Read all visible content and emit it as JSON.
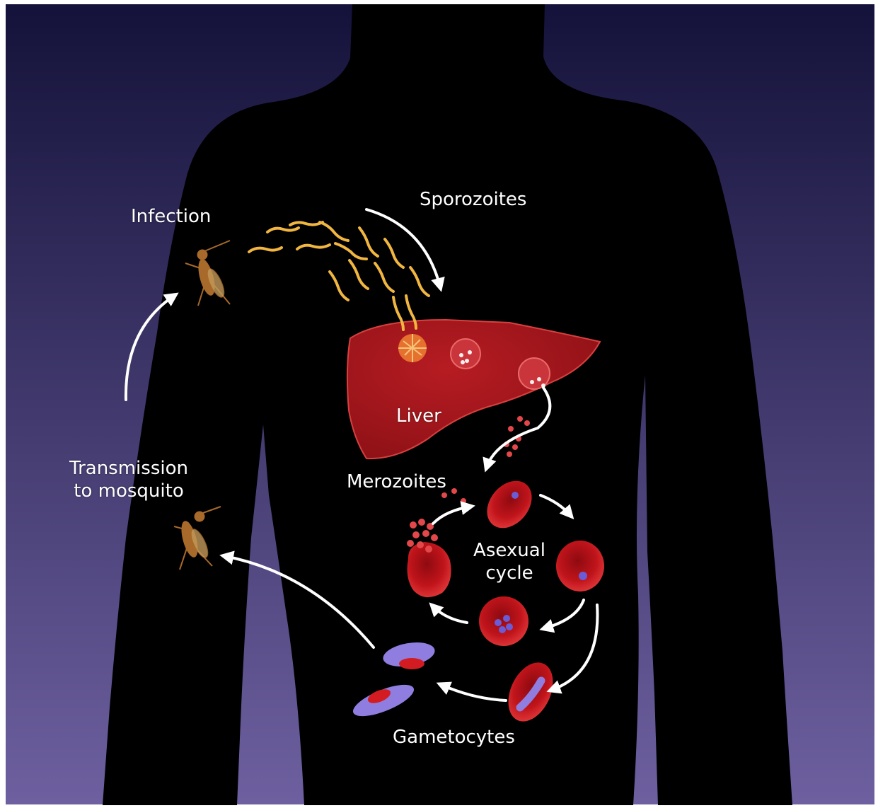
{
  "labels": {
    "infection": "Infection",
    "sporozoites": "Sporozoites",
    "liver": "Liver",
    "merozoites": "Merozoites",
    "asexual_line1": "Asexual",
    "asexual_line2": "cycle",
    "transmission_line1": "Transmission",
    "transmission_line2": "to mosquito",
    "gametocytes": "Gametocytes"
  },
  "colors": {
    "background_top": "#14123a",
    "background_bottom": "#6e60a0",
    "body": "#000000",
    "liver": "#a4171c",
    "blood_cell": "#c0141b",
    "sporozoite": "#f1b640",
    "parasite": "#6a5bd6",
    "gametocyte": "#8f7ee0",
    "mosquito": "#a86a2a",
    "arrow": "#ffffff"
  }
}
